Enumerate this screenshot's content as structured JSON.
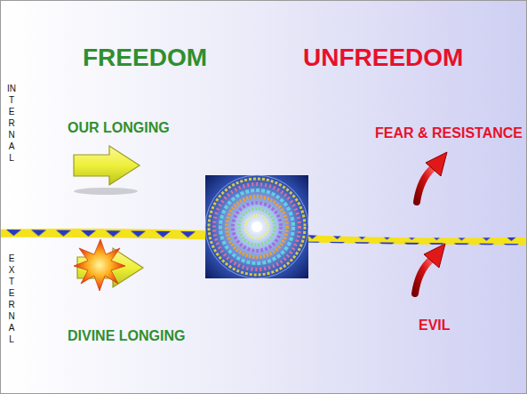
{
  "diagram": {
    "labels": [
      "FREEDOM",
      "UNFREEDOM",
      "INTERNAL",
      "OUR LONGING",
      "FEAR & RESISTANCE",
      "EXTERNAL",
      "DIVINE LONGING",
      "EVIL"
    ]
  }
}
